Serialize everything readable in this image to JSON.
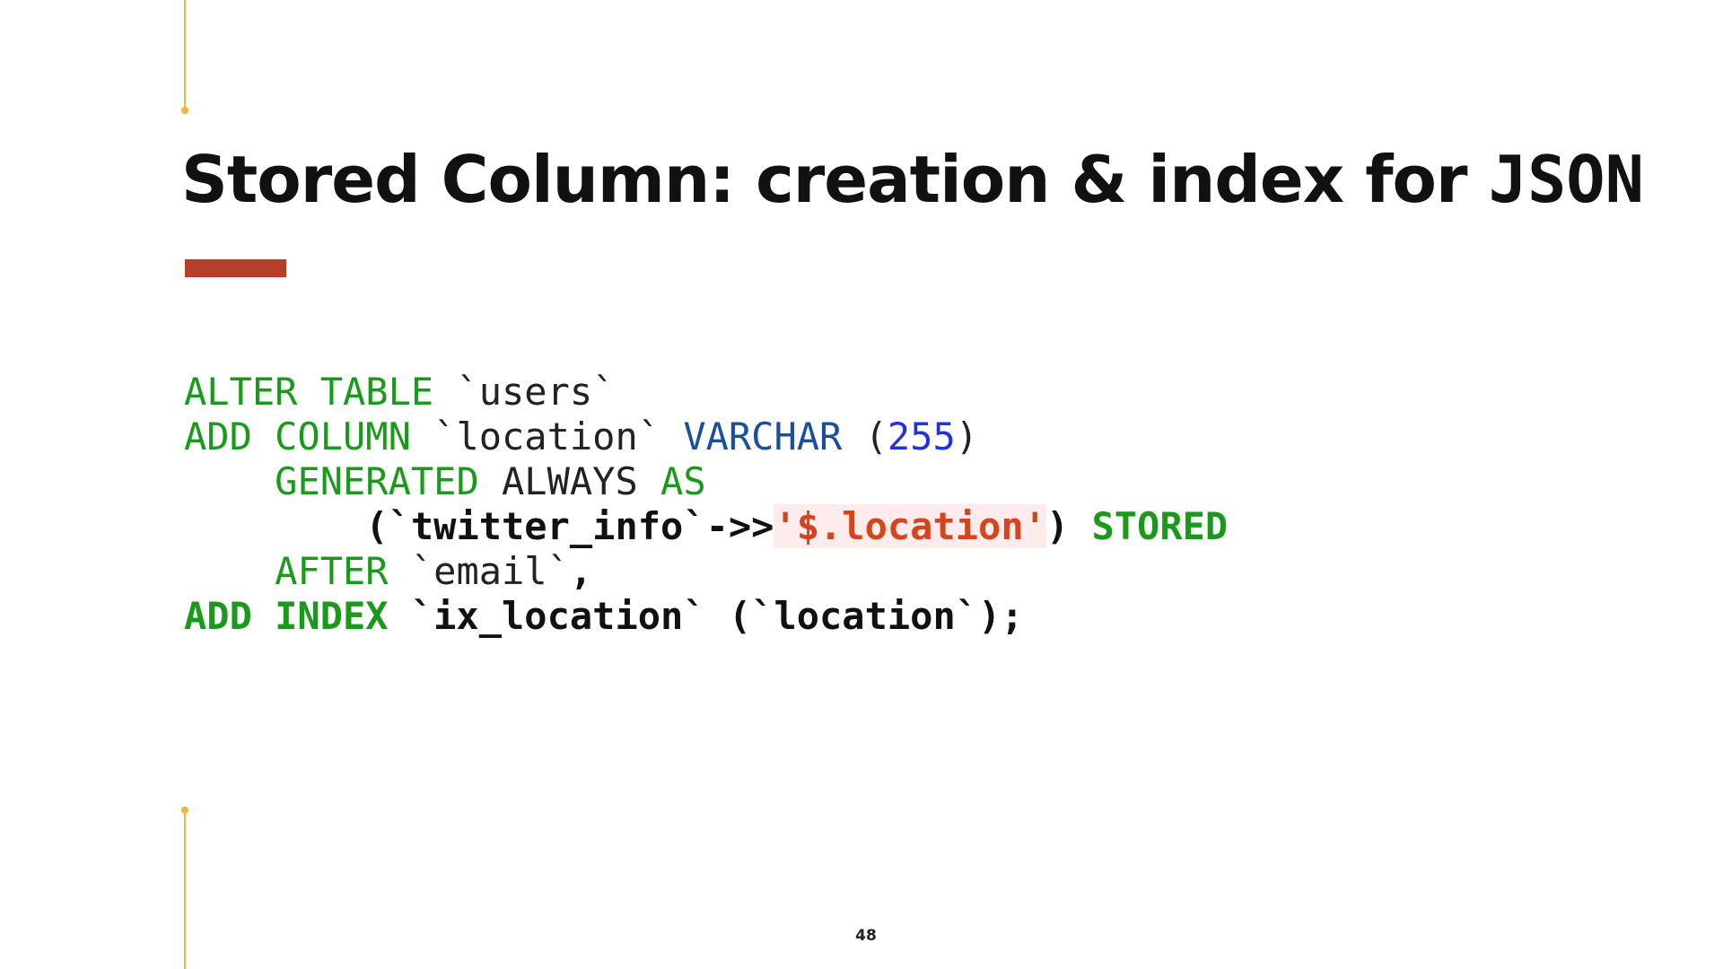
{
  "slide": {
    "title": "Stored Column: creation & index for",
    "title_code": "JSON",
    "page_number": "48"
  },
  "code": {
    "line1": {
      "kw": "ALTER TABLE",
      "rest": " `users`"
    },
    "line2": {
      "kw": "ADD COLUMN",
      "ident": " `location` ",
      "type": "VARCHAR",
      "open": " (",
      "num": "255",
      "close": ")"
    },
    "line3": {
      "indent": "    ",
      "kw1": "GENERATED",
      "mid": " ALWAYS ",
      "kw2": "AS"
    },
    "line4": {
      "indent": "        ",
      "expr": "(`twitter_info`->>",
      "str": "'$.location'",
      "close": ") ",
      "kw": "STORED"
    },
    "line5": {
      "indent": "    ",
      "kw": "AFTER",
      "rest": " `email`",
      "comma": ","
    },
    "line6": {
      "kw": "ADD INDEX",
      "rest": " `ix_location` (`location`);"
    }
  },
  "colors": {
    "keyword": "#1a9a1a",
    "type": "#1a4fa0",
    "number": "#2233dd",
    "string": "#d6441b",
    "string_bg": "#fdeceb",
    "accent_bar": "#b5402a",
    "decor_line": "#f0b53a"
  }
}
